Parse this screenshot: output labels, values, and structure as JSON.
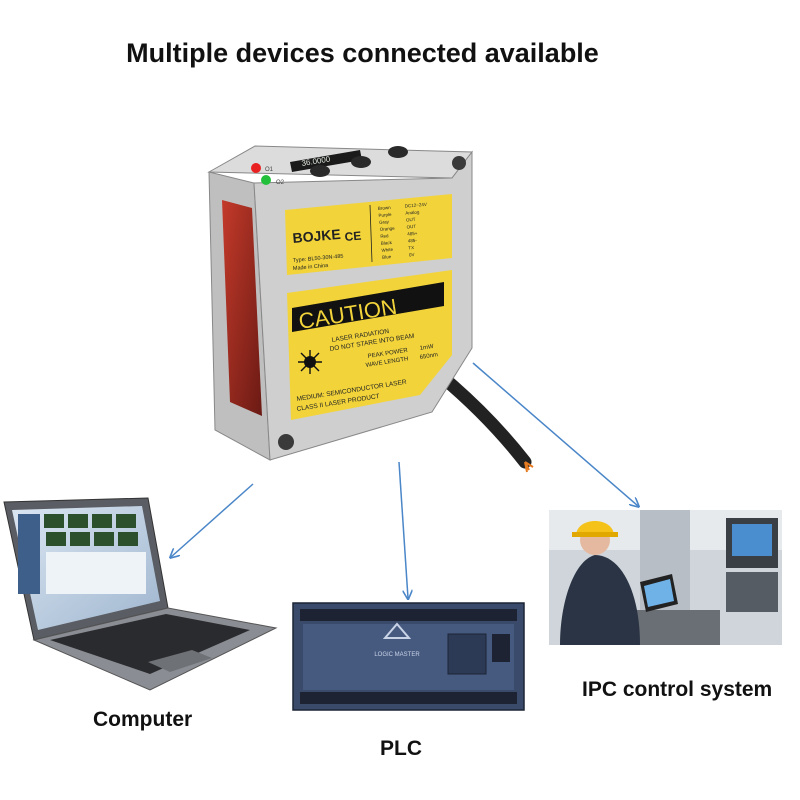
{
  "headline": "Multiple devices connected available",
  "sensor": {
    "brand": "BOJKE",
    "ce_mark": "CE",
    "type_line": "Type: BL50-30N-485",
    "origin": "Made in China",
    "warning_word": "CAUTION",
    "warning_line1": "LASER RADIATION",
    "warning_line2": "DO NOT STARE INTO BEAM",
    "peak_power_label": "PEAK POWER",
    "peak_power_value": "1mW",
    "wave_length_label": "WAVE LENGTH",
    "wave_length_value": "650nm",
    "medium_line": "MEDIUM: SEMICONDUCTOR LASER",
    "class_line": "CLASS II LASER PRODUCT",
    "display_value": "36.0000",
    "wire_colors": [
      {
        "name": "Brown",
        "value": "DC12~24V"
      },
      {
        "name": "Purple",
        "value": "Analog"
      },
      {
        "name": "Gray",
        "value": "OUT"
      },
      {
        "name": "Orange",
        "value": "OUT"
      },
      {
        "name": "Red",
        "value": "485+"
      },
      {
        "name": "Black",
        "value": "485-"
      },
      {
        "name": "White",
        "value": "TX"
      },
      {
        "name": "Blue",
        "value": "0V"
      }
    ],
    "led_labels": [
      "O1",
      "O2"
    ],
    "colors": {
      "label": "#f2d43a",
      "housing": "#c9c9c9",
      "led_red": "#e82020",
      "led_green": "#22c03a"
    }
  },
  "plc": {
    "logo_text": "LOGIC MASTER"
  },
  "captions": {
    "computer": "Computer",
    "plc": "PLC",
    "ipc": "IPC control system"
  },
  "colors": {
    "arrow": "#4a86c8"
  }
}
